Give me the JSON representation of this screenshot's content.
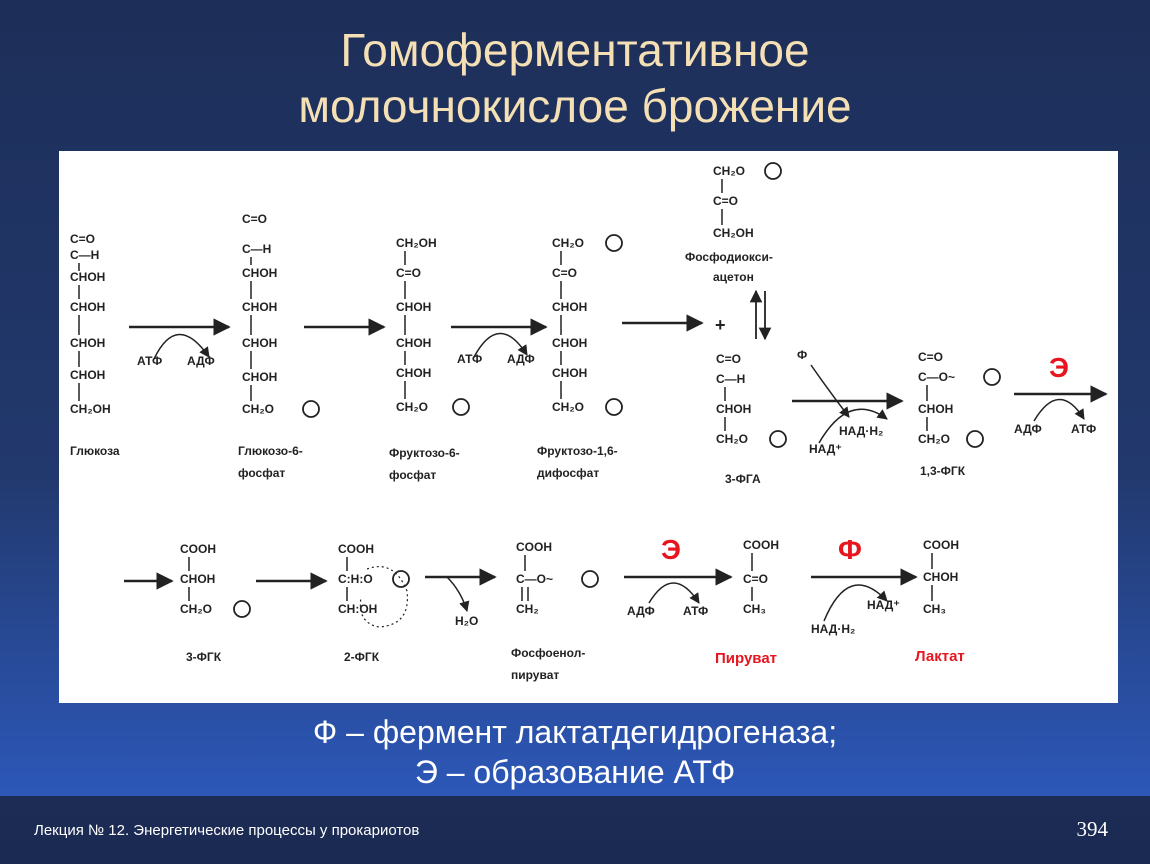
{
  "slide": {
    "title_line1": "Гомоферментативное",
    "title_line2": "молочнокислое брожение",
    "legend_line1": "Ф – фермент лактатдегидрогеназа;",
    "legend_line2": "Э – образование АТФ",
    "footer": "Лекция № 12. Энергетические процессы у прокариотов",
    "page_number": "394"
  },
  "diagram": {
    "accent_color": "#e8141e",
    "row1": {
      "glucose": {
        "formula": [
          "C=O",
          "C—H",
          "CHOH",
          "CHOH",
          "CHOH",
          "CHOH",
          "CH₂OH"
        ],
        "name": [
          "Глюкоза"
        ]
      },
      "g6p": {
        "formula": [
          "C=O",
          "C—H",
          "CHOH",
          "CHOH",
          "CHOH",
          "CHOH",
          "CH₂O"
        ],
        "name": [
          "Глюкозо-6-",
          "фосфат"
        ]
      },
      "f6p": {
        "formula": [
          "CH₂OH",
          "C=O",
          "CHOH",
          "CHOH",
          "CHOH",
          "CH₂O"
        ],
        "name": [
          "Фруктозо-6-",
          "фосфат"
        ]
      },
      "f16bp": {
        "formula": [
          "CH₂O",
          "C=O",
          "CHOH",
          "CHOH",
          "CHOH",
          "CH₂O"
        ],
        "name": [
          "Фруктозо-1,6-",
          "дифосфат"
        ]
      },
      "dhap": {
        "formula": [
          "CH₂O",
          "C=O",
          "CH₂OH"
        ],
        "name": [
          "Фосфодиокси-",
          "ацетон"
        ]
      },
      "g3p": {
        "formula": [
          "C=O",
          "C—H",
          "CHOH",
          "CH₂O"
        ],
        "name": [
          "3-ФГА"
        ]
      },
      "bpg": {
        "formula": [
          "C=O",
          "C—O~",
          "CHOH",
          "CH₂O"
        ],
        "name": [
          "1,3-ФГК"
        ]
      },
      "atf1": "АТФ",
      "adf1": "АДФ",
      "atf2": "АТФ",
      "adf2": "АДФ",
      "phi": "Ф",
      "nadh": "НАД·Н₂",
      "nad": "НАД⁺",
      "adf3": "АДФ",
      "atf3": "АТФ",
      "E1": "Э",
      "plus": "+"
    },
    "row2": {
      "pg3": {
        "formula": [
          "COOH",
          "CHOH",
          "CH₂O"
        ],
        "name": [
          "3-ФГК"
        ]
      },
      "pg2": {
        "formula": [
          "COOH",
          "C:H:O",
          "CH:OH"
        ],
        "name": [
          "2-ФГК"
        ]
      },
      "pep": {
        "formula": [
          "COOH",
          "C—O~",
          "CH₂"
        ],
        "name": [
          "Фосфоенол-",
          "пируват"
        ]
      },
      "pyruvate": {
        "formula": [
          "COOH",
          "C=O",
          "CH₃"
        ],
        "name": [
          "Пируват"
        ]
      },
      "lactate": {
        "formula": [
          "COOH",
          "CHOH",
          "CH₃"
        ],
        "name": [
          "Лактат"
        ]
      },
      "water": "H₂O",
      "adf": "АДФ",
      "atf": "АТФ",
      "nad": "НАД⁺",
      "nadh": "НАД·Н₂",
      "E2": "Э",
      "F": "Ф"
    }
  }
}
